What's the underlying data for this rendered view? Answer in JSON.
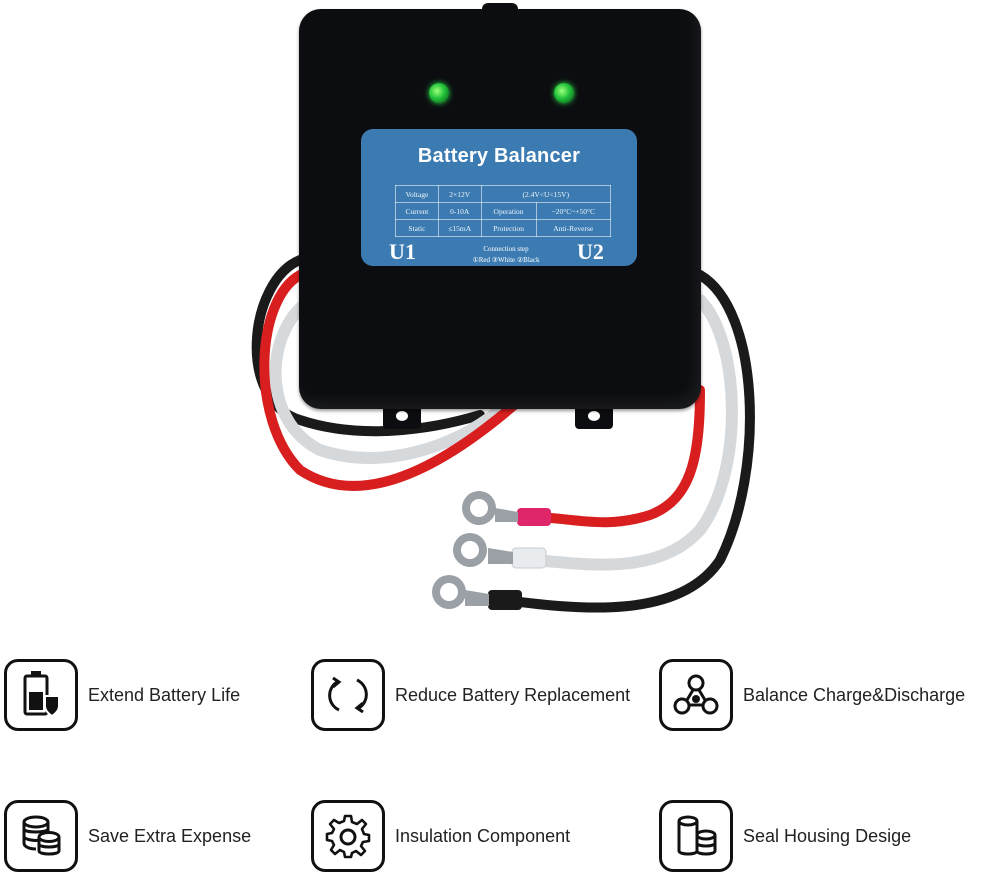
{
  "device": {
    "title": "Battery Balancer",
    "spec_rows": [
      [
        "Voltage",
        "2×12V",
        "",
        "(2.4V<U<15V)"
      ],
      [
        "Current",
        "0-10A",
        "Operation",
        "−20°C~+50°C"
      ],
      [
        "Static",
        "≤15mA",
        "Protection",
        "Anti-Reverse"
      ]
    ],
    "u1": "U1",
    "u2": "U2",
    "connection_title": "Connection step",
    "connection_steps": "①Red ③White ②Black"
  },
  "features": [
    {
      "label": "Extend Battery Life",
      "icon": "battery-shield-icon"
    },
    {
      "label": "Reduce Battery Replacement",
      "icon": "refresh-icon"
    },
    {
      "label": "Balance Charge&Discharge",
      "icon": "network-nodes-icon"
    },
    {
      "label": "Save Extra Expense",
      "icon": "coin-stack-icon"
    },
    {
      "label": "Insulation Component",
      "icon": "gear-icon"
    },
    {
      "label": "Seal Housing Desige",
      "icon": "cylinders-icon"
    }
  ],
  "colors": {
    "device_body": "#0c0d10",
    "label_blue": "#3b7bb2",
    "led_green": "#21c23a",
    "wire_red": "#d81e1e",
    "wire_white": "#d6d9dc",
    "wire_black": "#1a1a1a",
    "sleeve_pink": "#e0266a"
  }
}
